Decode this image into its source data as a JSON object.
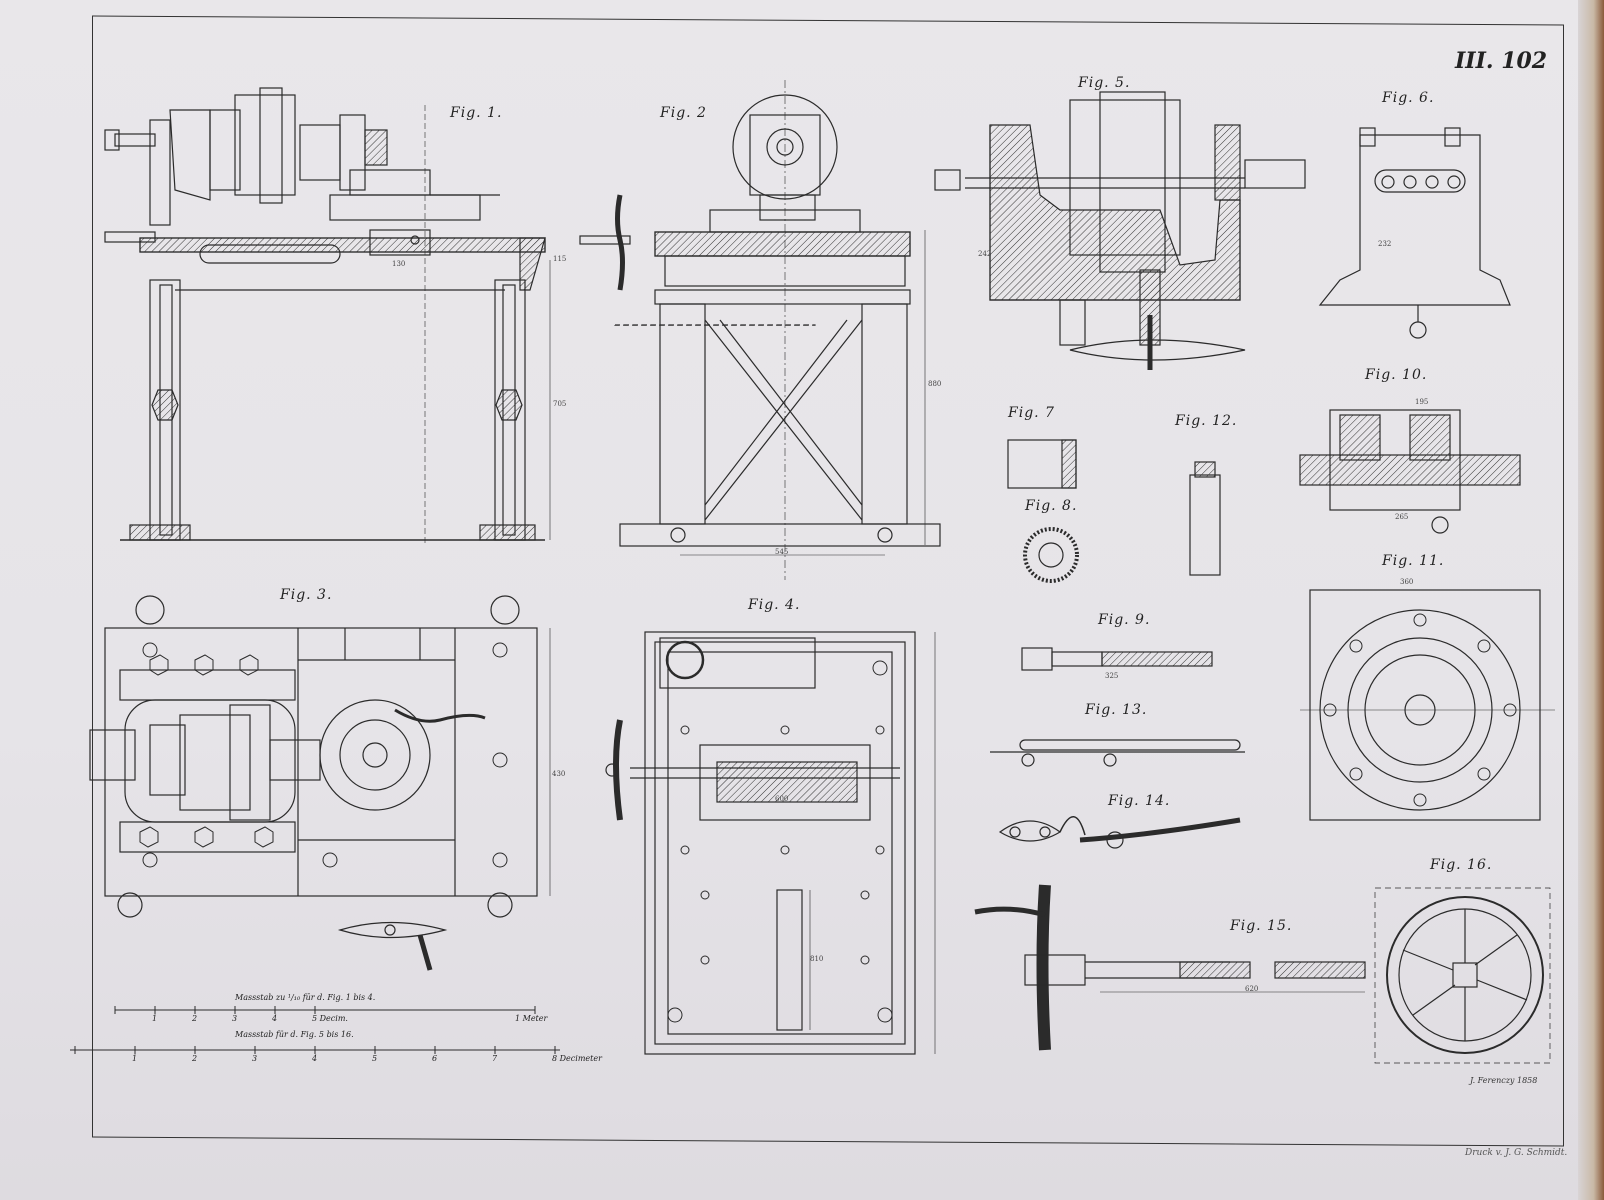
{
  "plate_number": "III. 102",
  "figures": {
    "fig1": "Fig. 1.",
    "fig2": "Fig. 2",
    "fig3": "Fig. 3.",
    "fig4": "Fig. 4.",
    "fig5": "Fig. 5.",
    "fig6": "Fig. 6.",
    "fig7": "Fig. 7",
    "fig8": "Fig. 8.",
    "fig9": "Fig. 9.",
    "fig10": "Fig. 10.",
    "fig11": "Fig. 11.",
    "fig12": "Fig. 12.",
    "fig13": "Fig. 13.",
    "fig14": "Fig. 14.",
    "fig15": "Fig. 15.",
    "fig16": "Fig. 16."
  },
  "scales": {
    "scale1_caption": "Massstab zu ¹/₁₀ fūr d. Fig. 1 bis 4.",
    "scale1_ticks": [
      "1",
      "2",
      "3",
      "4",
      "5 Decim.",
      "1 Meter"
    ],
    "scale2_caption": "Massstab für d. Fig. 5 bis 16.",
    "scale2_ticks": [
      "1",
      "2",
      "3",
      "4",
      "5",
      "6",
      "7",
      "8 Decimeter"
    ]
  },
  "dimensions": {
    "d1": "130",
    "d2": "115",
    "d3": "705",
    "d4": "545",
    "d5": "880",
    "d6": "325",
    "d7": "810",
    "d8": "430",
    "d9": "600",
    "d10": "620",
    "d11": "360",
    "d12": "195",
    "d13": "265",
    "d14": "242",
    "d15": "232"
  },
  "signature": "J. Ferenczy 1858",
  "credit": "Druck v. J. G. Schmidt."
}
